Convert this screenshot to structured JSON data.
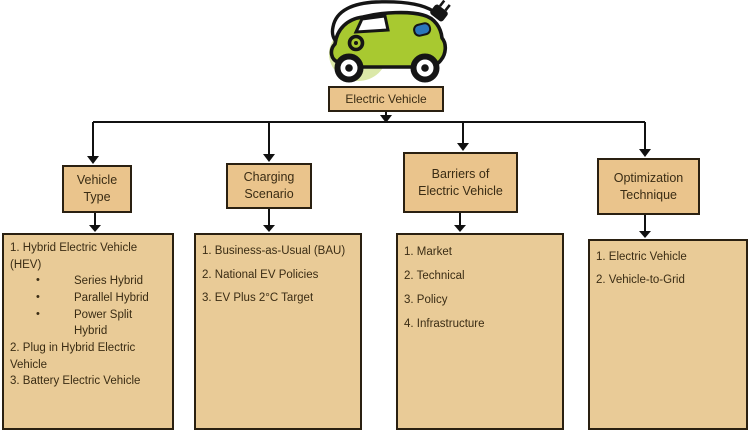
{
  "root": {
    "label": "Electric Vehicle"
  },
  "icons": {
    "car": "electric-car-with-charging-plug",
    "bullet": "•"
  },
  "colors": {
    "box_fill": "#eac48c",
    "detail_box_fill": "#e9cb97",
    "box_border": "#2a2011",
    "connector_line": "#111111",
    "car_body_green": "#a8c930",
    "car_shadow_green": "#dbe8a8",
    "charge_socket_blue": "#2b76bb",
    "text": "#3a2c14",
    "background": "#ffffff"
  },
  "branches": [
    {
      "label_lines": [
        "Vehicle",
        "Type"
      ],
      "items": [
        {
          "text": "1. Hybrid Electric Vehicle (HEV)",
          "bullets": [
            "Series Hybrid",
            "Parallel Hybrid",
            "Power Split Hybrid"
          ]
        },
        {
          "text": "2. Plug in Hybrid Electric Vehicle",
          "bullets": []
        },
        {
          "text": "3. Battery Electric Vehicle",
          "bullets": []
        }
      ]
    },
    {
      "label_lines": [
        "Charging",
        "Scenario"
      ],
      "items": [
        {
          "text": "1. Business-as-Usual (BAU)",
          "bullets": []
        },
        {
          "text": "2. National EV Policies",
          "bullets": []
        },
        {
          "text": "3. EV Plus 2°C Target",
          "bullets": []
        }
      ]
    },
    {
      "label_lines": [
        "Barriers of",
        "Electric Vehicle"
      ],
      "items": [
        {
          "text": "1. Market",
          "bullets": []
        },
        {
          "text": "2. Technical",
          "bullets": []
        },
        {
          "text": "3. Policy",
          "bullets": []
        },
        {
          "text": "4. Infrastructure",
          "bullets": []
        }
      ]
    },
    {
      "label_lines": [
        "Optimization",
        "Technique"
      ],
      "items": [
        {
          "text": "1. Electric Vehicle",
          "bullets": []
        },
        {
          "text": "2. Vehicle-to-Grid",
          "bullets": []
        }
      ]
    }
  ]
}
